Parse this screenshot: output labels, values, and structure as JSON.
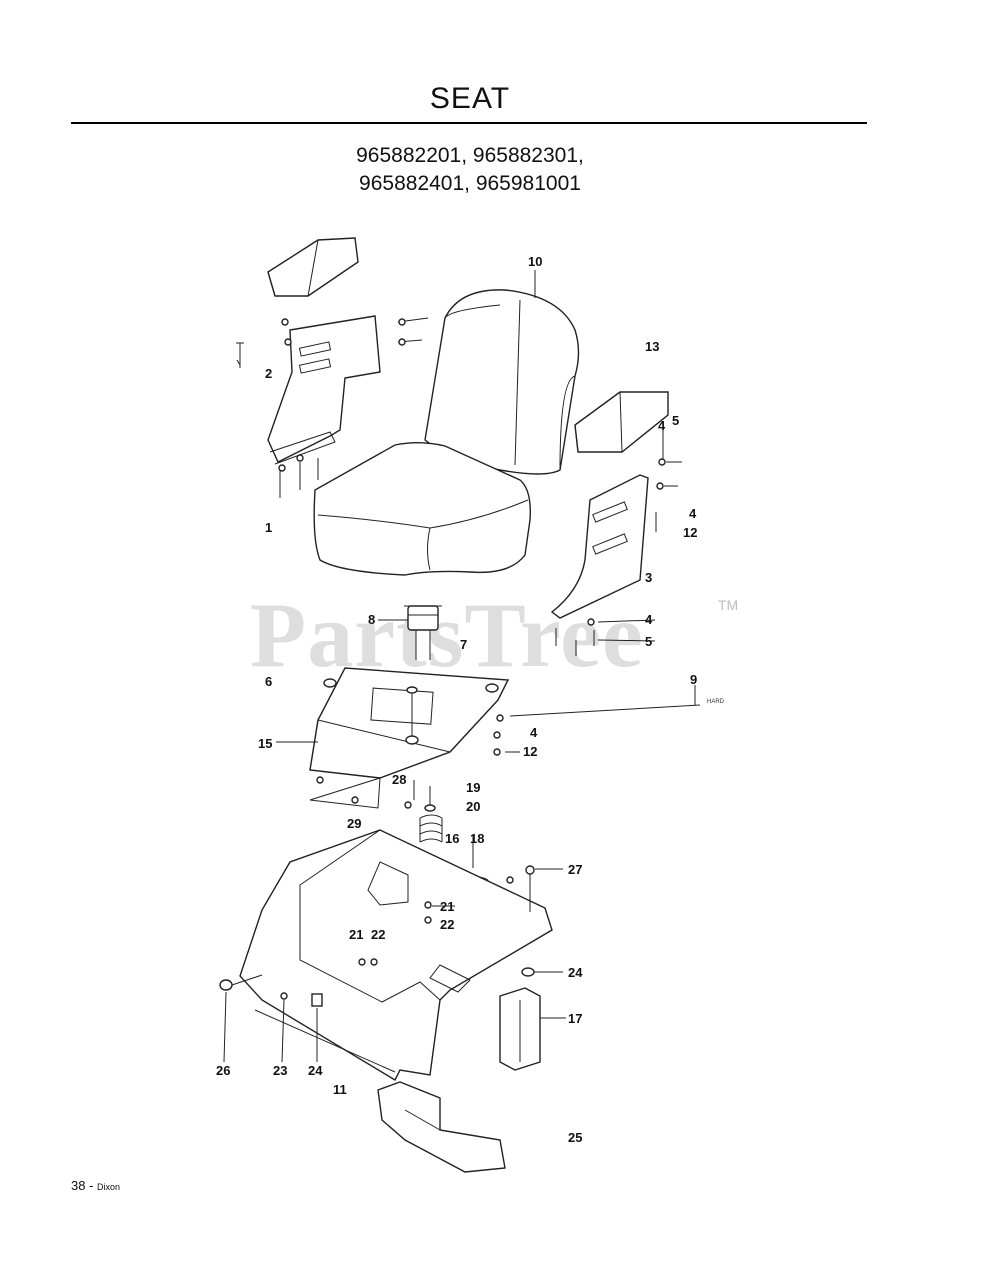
{
  "page": {
    "title": "SEAT",
    "model_lines": [
      "965882201, 965882301,",
      "965882401, 965981001"
    ],
    "watermark": "PartsTree",
    "trademark": "TM",
    "page_number": "38",
    "separator": " - ",
    "brand": "Dixon"
  },
  "diagram": {
    "callouts": [
      "10",
      "13",
      "2",
      "4",
      "5",
      "4",
      "12",
      "1",
      "3",
      "8",
      "7",
      "4",
      "5",
      "6",
      "9",
      "15",
      "4",
      "12",
      "28",
      "19",
      "20",
      "29",
      "16",
      "18",
      "27",
      "21",
      "22",
      "21",
      "22",
      "24",
      "17",
      "26",
      "23",
      "24",
      "11",
      "25"
    ],
    "bolt_note": "HARD"
  }
}
